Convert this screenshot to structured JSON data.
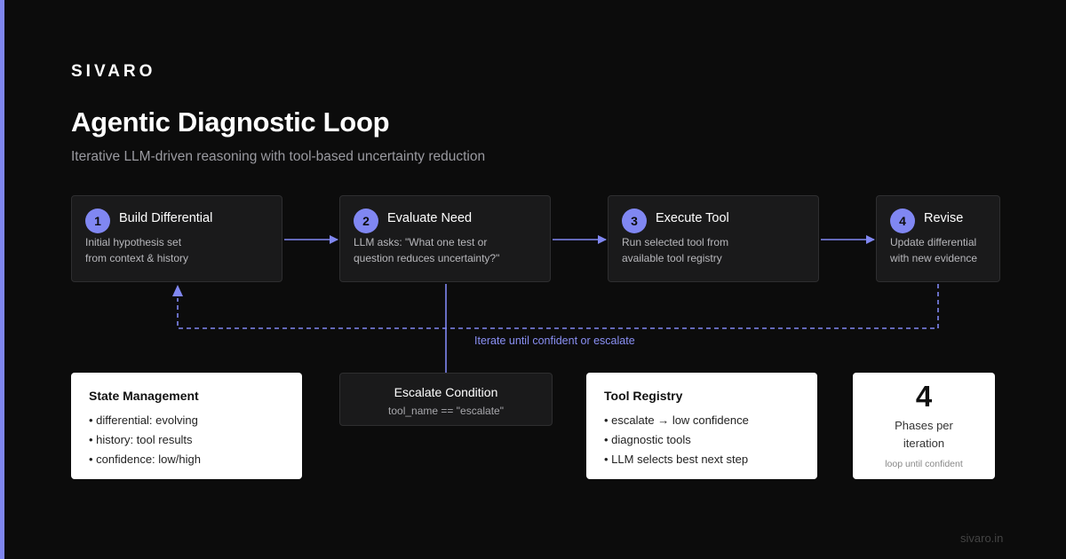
{
  "brand": "SIVARO",
  "title": "Agentic Diagnostic Loop",
  "subtitle": "Iterative LLM-driven reasoning with tool-based uncertainty reduction",
  "steps": [
    {
      "num": "1",
      "title": "Build Differential",
      "desc_line1": "Initial hypothesis set",
      "desc_line2": "from context & history"
    },
    {
      "num": "2",
      "title": "Evaluate Need",
      "desc_line1": "LLM asks: \"What one test or",
      "desc_line2": "question reduces uncertainty?\""
    },
    {
      "num": "3",
      "title": "Execute Tool",
      "desc_line1": "Run selected tool from",
      "desc_line2": "available tool registry"
    },
    {
      "num": "4",
      "title": "Revise",
      "desc_line1": "Update differential",
      "desc_line2": "with new evidence"
    }
  ],
  "loop_label": "Iterate until confident or escalate",
  "state_management": {
    "title": "State Management",
    "items": [
      "differential: evolving",
      "history: tool results",
      "confidence: low/high"
    ]
  },
  "escalate": {
    "title": "Escalate Condition",
    "code": "tool_name == \"escalate\""
  },
  "tool_registry": {
    "title": "Tool Registry",
    "items": [
      "escalate → low confidence",
      "diagnostic tools",
      "LLM selects best next step"
    ]
  },
  "stat": {
    "number": "4",
    "label_line1": "Phases per",
    "label_line2": "iteration",
    "note": "loop until confident"
  },
  "footer": "sivaro.in",
  "colors": {
    "background": "#0c0c0c",
    "accent": "#8087f2",
    "box": "#1a1a1b",
    "card": "#ffffff"
  }
}
